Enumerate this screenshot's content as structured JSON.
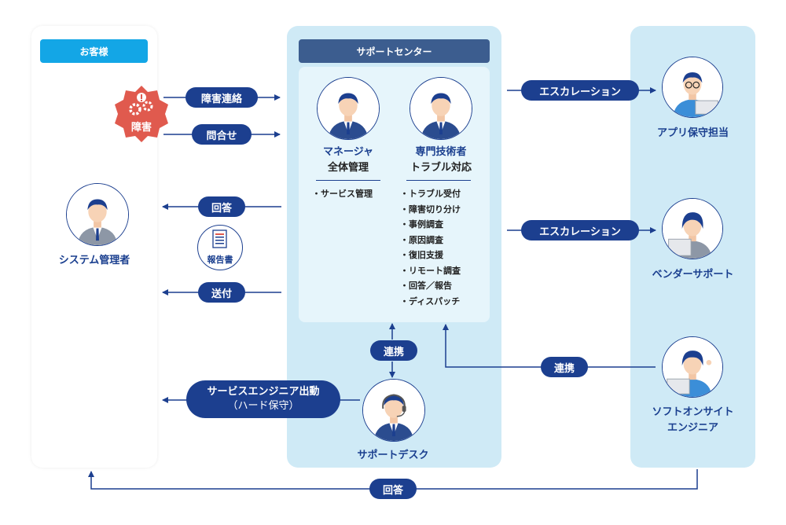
{
  "colors": {
    "navy": "#1c3f8f",
    "light_blue": "#cfeaf6",
    "customer_header": "#13a6e6",
    "support_header": "#3c5d8f",
    "alert": "#e05a4e"
  },
  "customer": {
    "header": "お客様",
    "alert_label": "障害",
    "admin_label": "システム管理者",
    "report_label": "報告書"
  },
  "support_center": {
    "header": "サポートセンター",
    "manager": {
      "title_line1": "マネージャ",
      "title_line2": "全体管理",
      "tasks": [
        "サービス管理"
      ]
    },
    "engineer": {
      "title_line1": "専門技術者",
      "title_line2": "トラブル対応",
      "tasks": [
        "トラブル受付",
        "障害切り分け",
        "事例調査",
        "原因調査",
        "復旧支援",
        "リモート調査",
        "回答／報告",
        "ディスパッチ"
      ]
    },
    "desk_label": "サポートデスク"
  },
  "partners": {
    "app": "アプリ保守担当",
    "vendor": "ベンダーサポート",
    "onsite_line1": "ソフトオンサイト",
    "onsite_line2": "エンジニア"
  },
  "flows": {
    "incident_report": "障害連絡",
    "inquiry": "問合せ",
    "answer": "回答",
    "send": "送付",
    "escalation_1": "エスカレーション",
    "escalation_2": "エスカレーション",
    "collab_desk": "連携",
    "collab_onsite": "連携",
    "dispatch_line1": "サービスエンジニア出動",
    "dispatch_line2": "（ハード保守）",
    "bottom_answer": "回答"
  },
  "icons": [
    "alert-gear-icon",
    "person-avatar-icon",
    "report-document-icon",
    "headset-icon"
  ]
}
